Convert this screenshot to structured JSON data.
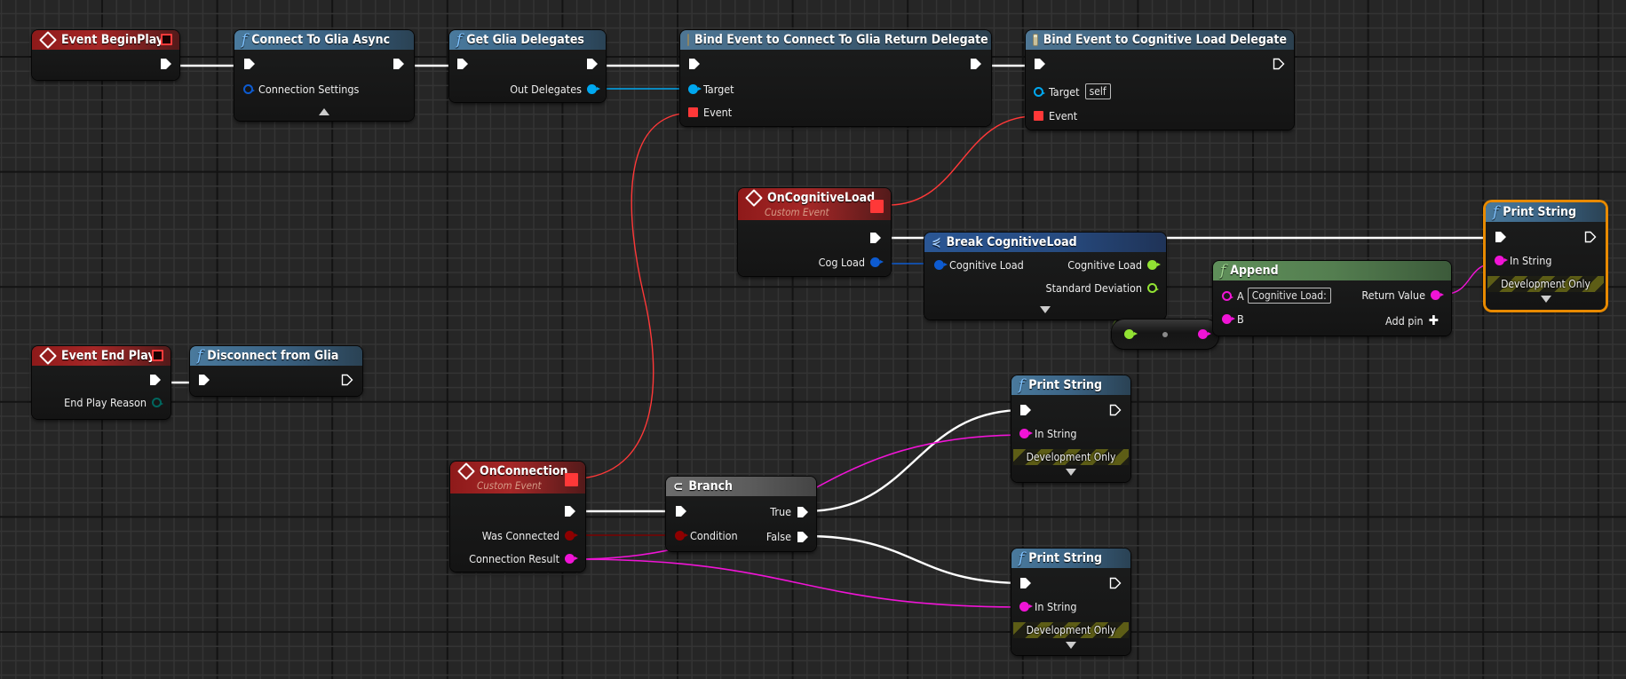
{
  "colors": {
    "exec": "#ffffff",
    "object": "#00a8f0",
    "struct": "#0d5bd1",
    "float": "#92e333",
    "string": "#f014d6",
    "bool": "#8e0000",
    "delegate": "#ff3838",
    "enum": "#00665e",
    "selected_outline": "#e88a00"
  },
  "nodes": {
    "begin_play": {
      "title": "Event BeginPlay",
      "icon": "event-diamond-icon"
    },
    "connect_async": {
      "title": "Connect To Glia Async",
      "icon": "function-icon",
      "pins": {
        "connection_settings": "Connection Settings"
      }
    },
    "get_delegates": {
      "title": "Get Glia Delegates",
      "icon": "function-icon",
      "pins": {
        "out_delegates": "Out Delegates"
      }
    },
    "bind_connect": {
      "title": "Bind Event to Connect To Glia Return Delegate",
      "icon": "bind-event-icon",
      "pins": {
        "target": "Target",
        "event": "Event"
      }
    },
    "bind_cogload": {
      "title": "Bind Event to Cognitive Load Delegate",
      "icon": "bind-event-icon",
      "pins": {
        "target": "Target",
        "target_default": "self",
        "event": "Event"
      }
    },
    "on_cogload": {
      "title": "OnCognitiveLoad",
      "subtitle": "Custom Event",
      "icon": "custom-event-icon",
      "pins": {
        "cog_load": "Cog Load"
      }
    },
    "break_cogload": {
      "title": "Break CognitiveLoad",
      "icon": "break-struct-icon",
      "pins": {
        "in_cogload": "Cognitive Load",
        "out_cogload": "Cognitive Load",
        "std_dev": "Standard Deviation"
      }
    },
    "append": {
      "title": "Append",
      "icon": "function-icon",
      "pins": {
        "a": "A",
        "a_default": "Cognitive  Load:",
        "b": "B",
        "return_value": "Return Value",
        "add_pin": "Add pin"
      }
    },
    "print_top": {
      "title": "Print String",
      "icon": "function-icon",
      "pins": {
        "in_string": "In String"
      },
      "dev_only": "Development Only"
    },
    "end_play": {
      "title": "Event End Play",
      "icon": "event-diamond-icon",
      "pins": {
        "reason": "End Play Reason"
      }
    },
    "disconnect": {
      "title": "Disconnect from Glia",
      "icon": "function-icon"
    },
    "on_connection": {
      "title": "OnConnection",
      "subtitle": "Custom Event",
      "icon": "custom-event-icon",
      "pins": {
        "was_connected": "Was Connected",
        "connection_result": "Connection Result"
      }
    },
    "branch": {
      "title": "Branch",
      "icon": "branch-icon",
      "pins": {
        "condition": "Condition",
        "true": "True",
        "false": "False"
      }
    },
    "print_true": {
      "title": "Print String",
      "icon": "function-icon",
      "pins": {
        "in_string": "In String"
      },
      "dev_only": "Development Only"
    },
    "print_false": {
      "title": "Print String",
      "icon": "function-icon",
      "pins": {
        "in_string": "In String"
      },
      "dev_only": "Development Only"
    }
  }
}
